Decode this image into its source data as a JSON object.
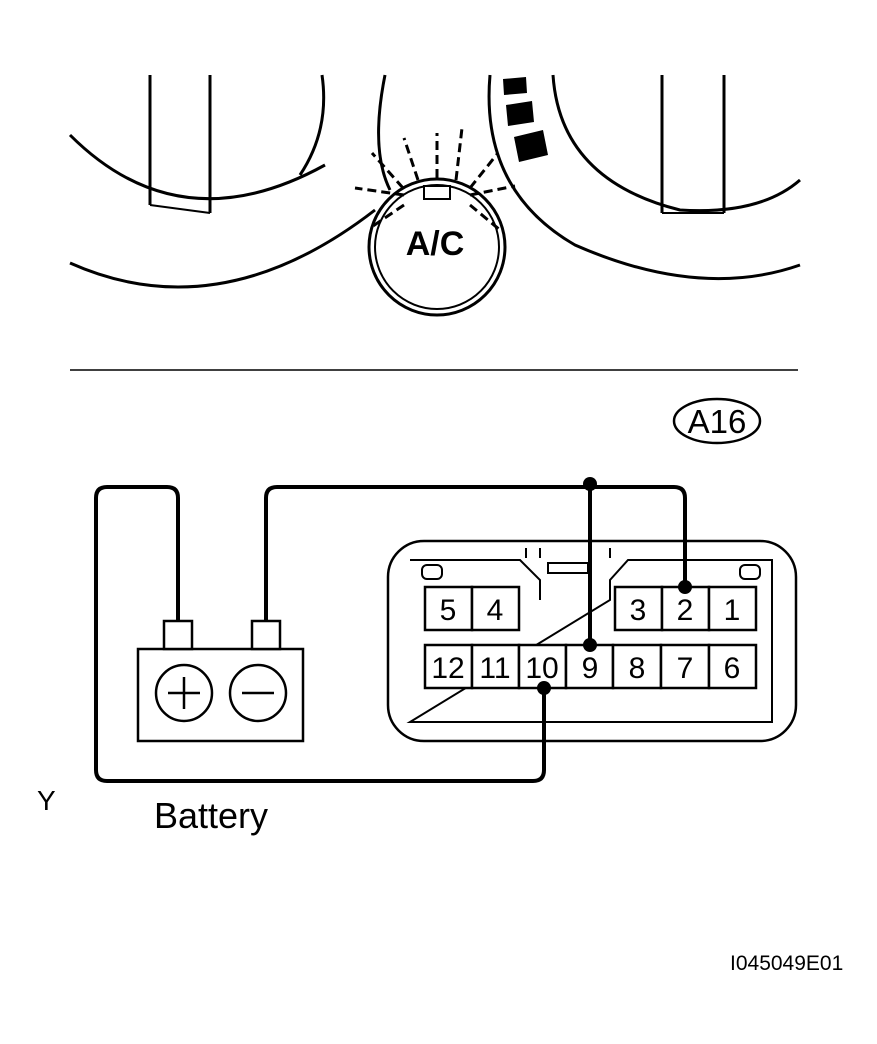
{
  "ac_button": {
    "label": "A/C"
  },
  "connector": {
    "id": "A16",
    "top_row": [
      "5",
      "4",
      "3",
      "2",
      "1"
    ],
    "bottom_row": [
      "12",
      "11",
      "10",
      "9",
      "8",
      "7",
      "6"
    ]
  },
  "battery": {
    "label": "Battery",
    "plus_symbol": "+",
    "minus_symbol": "−"
  },
  "side_mark": "Y",
  "figure_id": "I045049E01",
  "colors": {
    "line": "#000000",
    "background": "#ffffff"
  }
}
